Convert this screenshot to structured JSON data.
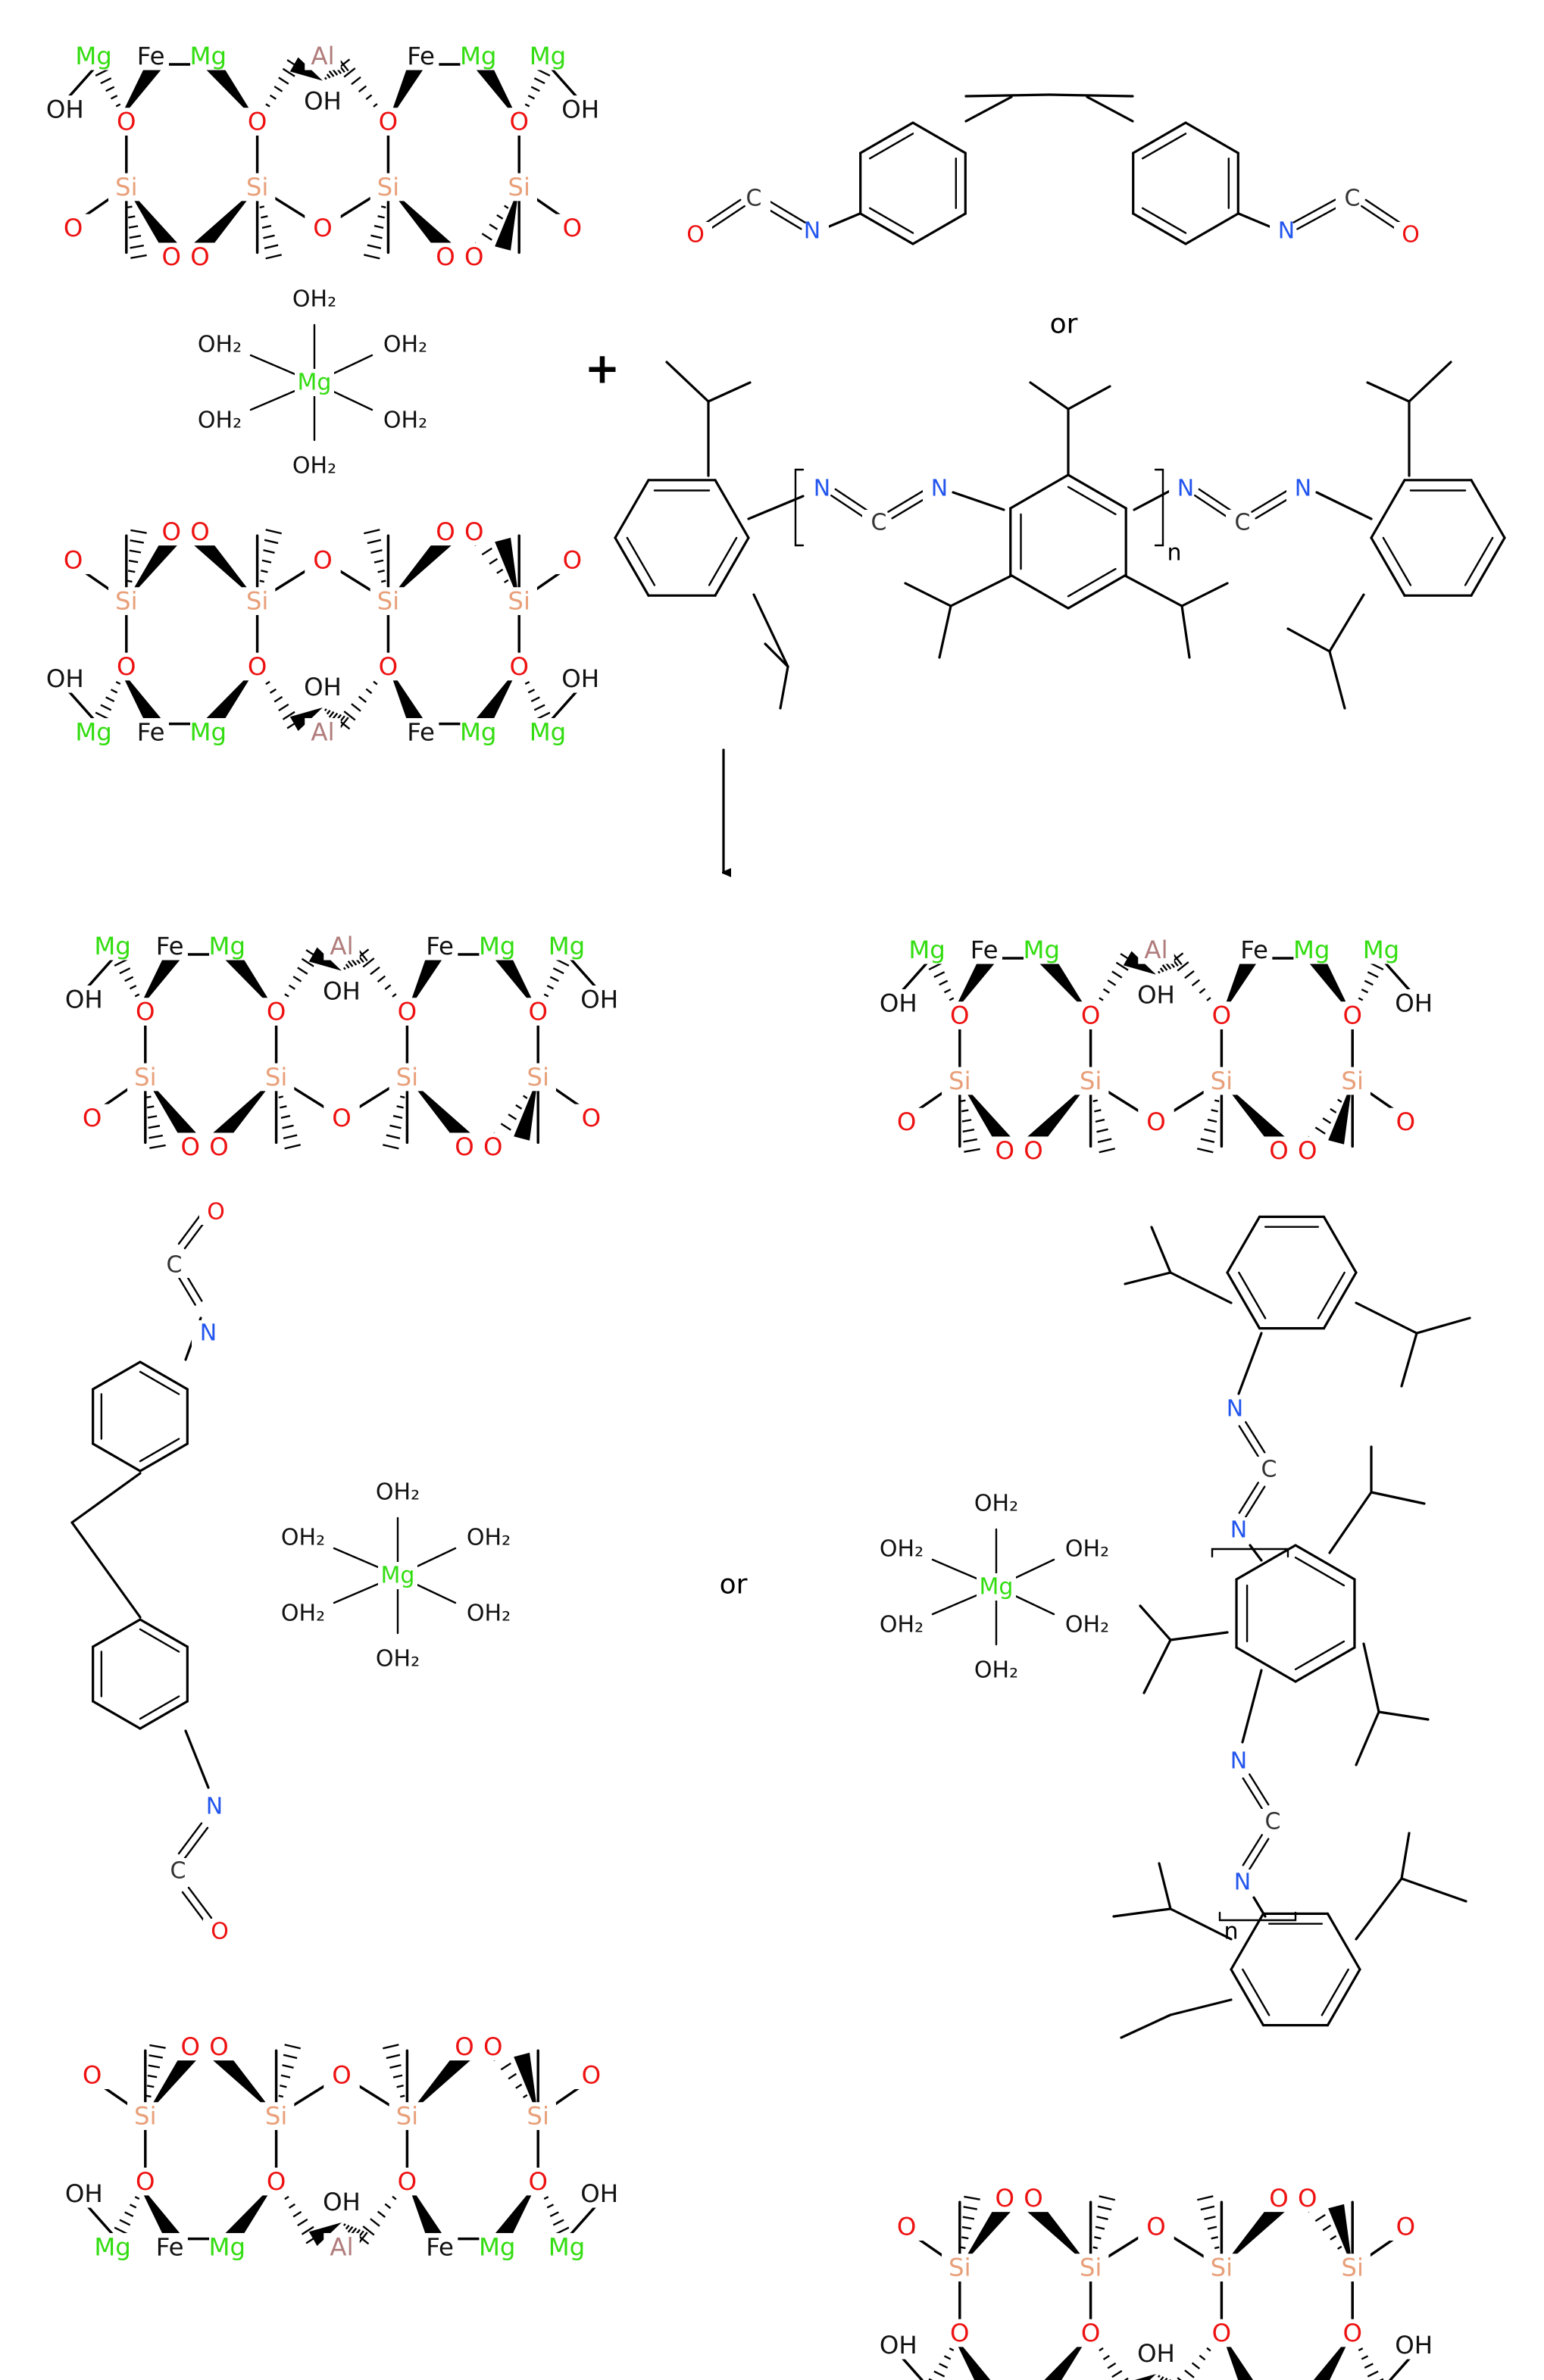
{
  "colors": {
    "Mg": "#33dd11",
    "Fe": "#111111",
    "Al": "#b07c7c",
    "Si": "#e8a07a",
    "O": "#ee1111",
    "N": "#2255ee",
    "C": "#333333",
    "H": "#111111"
  },
  "atoms": {
    "Mg": "Mg",
    "Fe": "Fe",
    "Al": "Al",
    "Si": "Si",
    "O": "O",
    "OH": "OH",
    "N": "N",
    "C": "C",
    "OH2": "OH₂",
    "n": "n"
  },
  "text": {
    "plus": "+",
    "or_top": "or",
    "or_bottom": "or"
  }
}
